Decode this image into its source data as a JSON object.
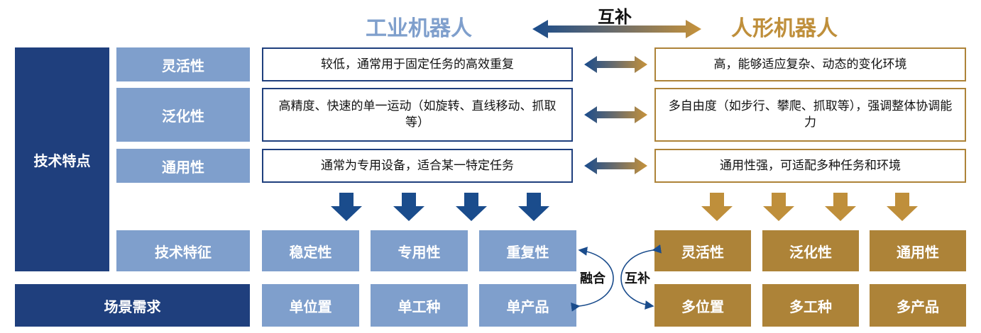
{
  "header": {
    "left_title": "工业机器人",
    "right_title": "人形机器人",
    "center_label": "互补"
  },
  "tech_features": {
    "label": "技术特点",
    "rows": [
      {
        "name": "灵活性",
        "industrial": "较低，通常用于固定任务的高效重复",
        "humanoid": "高，能够适应复杂、动态的变化环境"
      },
      {
        "name": "泛化性",
        "industrial": "高精度、快速的单一运动（如旋转、直线移动、抓取等）",
        "humanoid": "多自由度（如步行、攀爬、抓取等），强调整体协调能力"
      },
      {
        "name": "通用性",
        "industrial": "通常为专用设备，适合某一特定任务",
        "humanoid": "通用性强，可适配多种任务和环境"
      }
    ]
  },
  "tech_characteristics": {
    "label": "技术特征",
    "industrial": [
      "稳定性",
      "专用性",
      "重复性"
    ],
    "humanoid": [
      "灵活性",
      "泛化性",
      "通用性"
    ]
  },
  "scenario_demand": {
    "label": "场景需求",
    "industrial": [
      "单位置",
      "单工种",
      "单产品"
    ],
    "humanoid": [
      "多位置",
      "多工种",
      "多产品"
    ]
  },
  "middle_labels": {
    "fusion": "融合",
    "complement": "互补"
  },
  "colors": {
    "navy": "#1f3f7d",
    "light_blue": "#7f9fcc",
    "gold": "#ad8338",
    "arrow_blue": "#1a4c8c",
    "arrow_gold": "#bf8f3b"
  }
}
